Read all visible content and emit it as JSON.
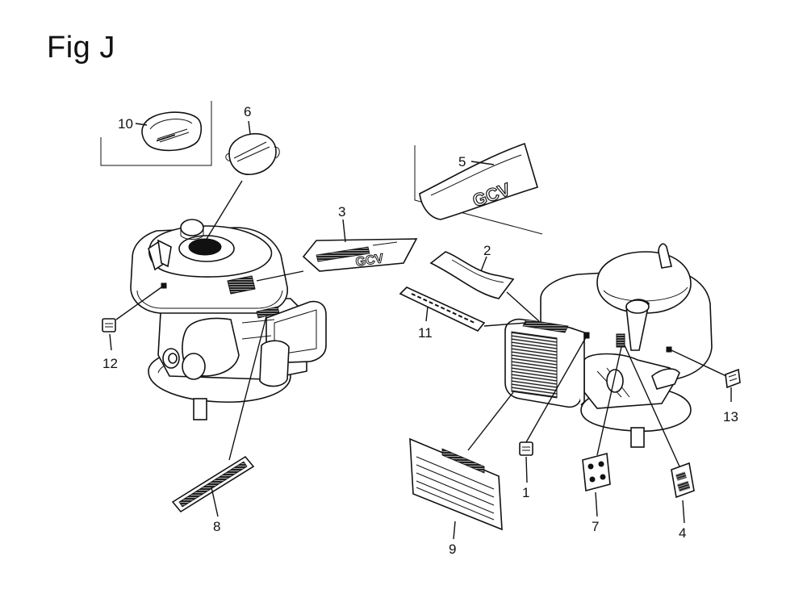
{
  "figure": {
    "title": "Fig J"
  },
  "callouts": {
    "c1": "1",
    "c2": "2",
    "c3": "3",
    "c4": "4",
    "c5": "5",
    "c6": "6",
    "c7": "7",
    "c8": "8",
    "c9": "9",
    "c10": "10",
    "c11": "11",
    "c12": "12",
    "c13": "13"
  },
  "labels": {
    "gcv": "GCV"
  }
}
